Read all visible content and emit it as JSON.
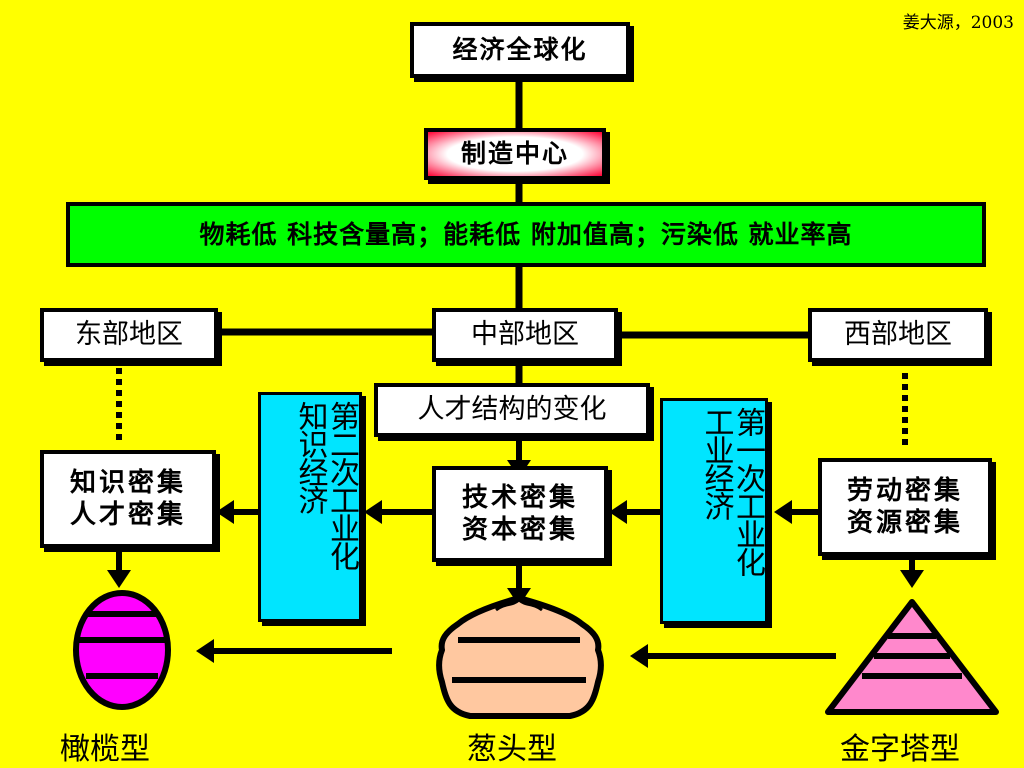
{
  "attribution": "姜大源，2003",
  "top": {
    "globalization": "经济全球化",
    "manufacturing_center": "制造中心"
  },
  "banner": "物耗低 科技含量高；能耗低 附加值高；污染低 就业率高",
  "regions": {
    "east": "东部地区",
    "central": "中部地区",
    "west": "西部地区"
  },
  "talent_change": "人才结构的变化",
  "second_industrialization": {
    "line1": "第二次工业化",
    "line2": "知识经济"
  },
  "first_industrialization": {
    "line1": "第一次工业化",
    "line2": "工业经济"
  },
  "intensive": {
    "knowledge": {
      "line1": "知识密集",
      "line2": "人才密集"
    },
    "technology": {
      "line1": "技术密集",
      "line2": "资本密集"
    },
    "labor": {
      "line1": "劳动密集",
      "line2": "资源密集"
    }
  },
  "shapes": {
    "olive": "橄榄型",
    "onion": "葱头型",
    "pyramid": "金字塔型"
  },
  "colors": {
    "background": "#ffff00",
    "banner": "#00ff00",
    "vertical_boxes": "#00e5ff",
    "olive": "#ff00ff",
    "onion": "#ffc8a0",
    "pyramid": "#ff88cc",
    "manufacturing_gradient_edge": "#ff0033"
  }
}
